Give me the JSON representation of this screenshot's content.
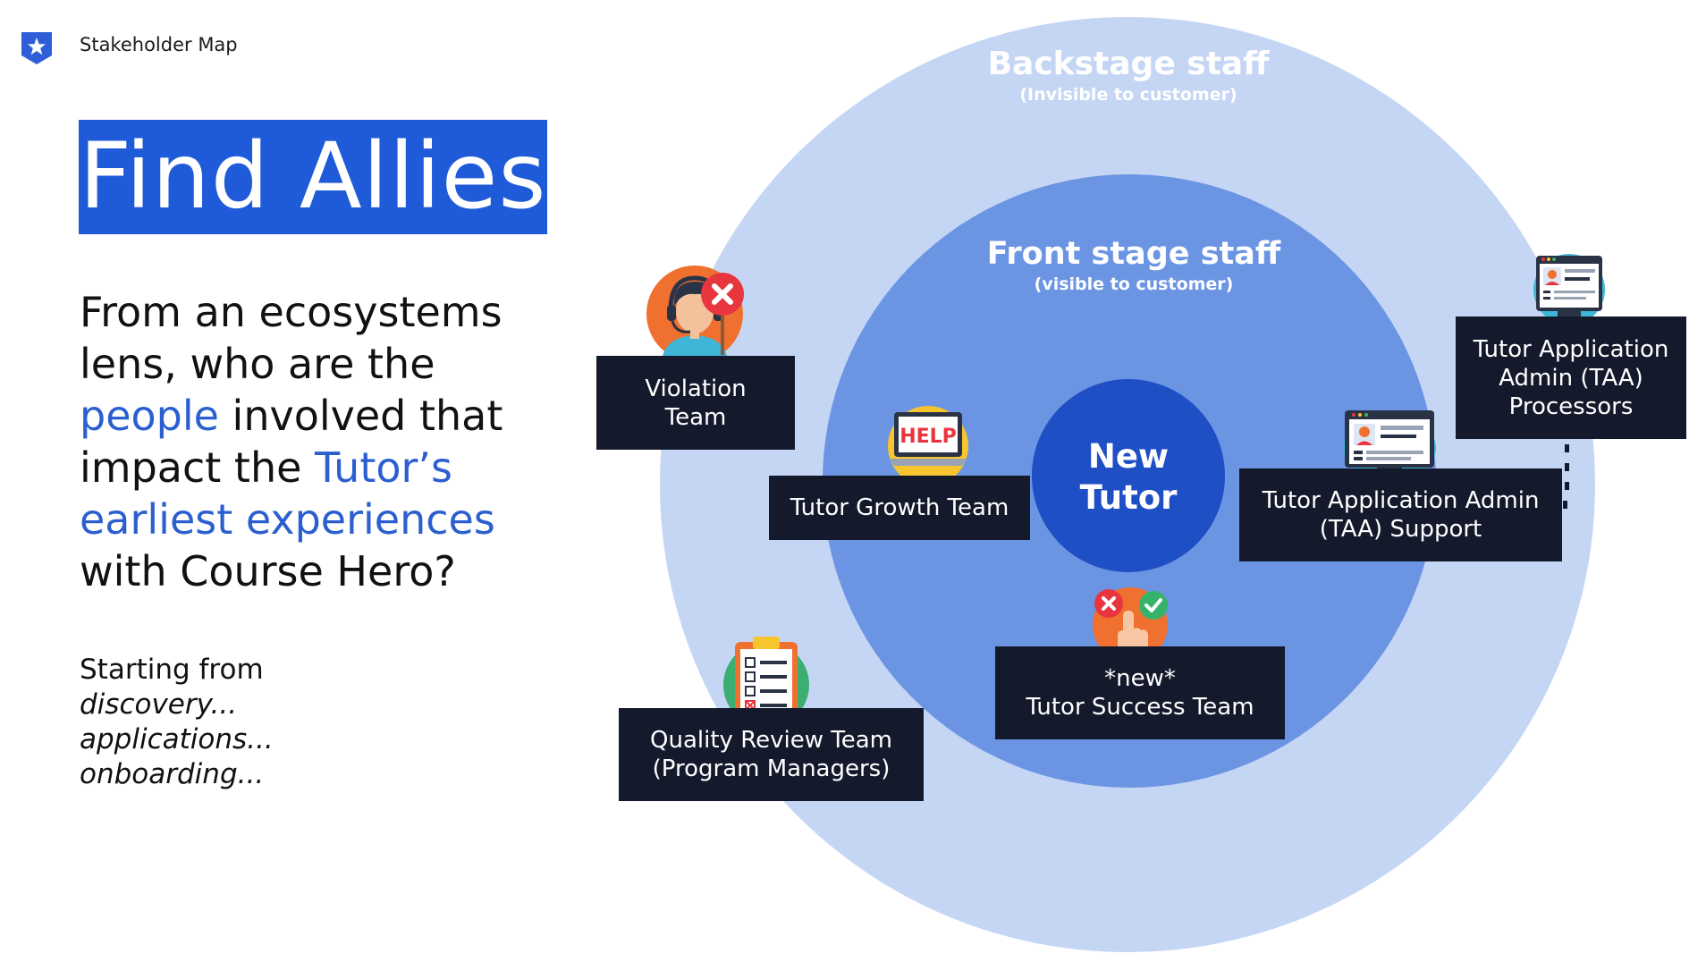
{
  "header": {
    "label": "Stakeholder Map"
  },
  "title": "Find Allies",
  "question": {
    "part1": "From an ecosystems lens, who are the ",
    "highlight1": "people",
    "part2": " involved that impact the ",
    "highlight2": "Tutor’s earliest experiences",
    "part3": " with Course Hero?"
  },
  "starting": {
    "line1": "Starting from",
    "line2": "discovery...",
    "line3": "applications...",
    "line4": "onboarding..."
  },
  "diagram": {
    "outer_ring": {
      "title": "Backstage staff",
      "subtitle": "(Invisible to customer)"
    },
    "inner_ring": {
      "title": "Front stage staff",
      "subtitle": "(visible to customer)"
    },
    "center": {
      "line1": "New",
      "line2": "Tutor"
    },
    "teams": {
      "violation": {
        "line1": "Violation",
        "line2": "Team"
      },
      "growth": {
        "line1": "Tutor Growth Team"
      },
      "success": {
        "line1": "*new*",
        "line2": "Tutor Success Team"
      },
      "quality": {
        "line1": "Quality Review Team",
        "line2": "(Program Managers)"
      },
      "taa_support": {
        "line1": "Tutor Application Admin",
        "line2": "(TAA) Support"
      },
      "taa_processors": {
        "line1": "Tutor Application",
        "line2": "Admin (TAA)",
        "line3": "Processors"
      }
    },
    "help_sign": "HELP"
  },
  "colors": {
    "outer_ring": "#c5d6f5",
    "inner_ring": "#6b95e3",
    "center": "#1e4fc4",
    "title_bg": "#1f5ad8",
    "highlight_text": "#2b5fd0",
    "box_bg": "#141a2c"
  },
  "icons": [
    "course-hero-logo-icon",
    "support-agent-icon",
    "help-laptop-icon",
    "approve-reject-hand-icon",
    "checklist-clipboard-icon",
    "profile-window-icon"
  ]
}
